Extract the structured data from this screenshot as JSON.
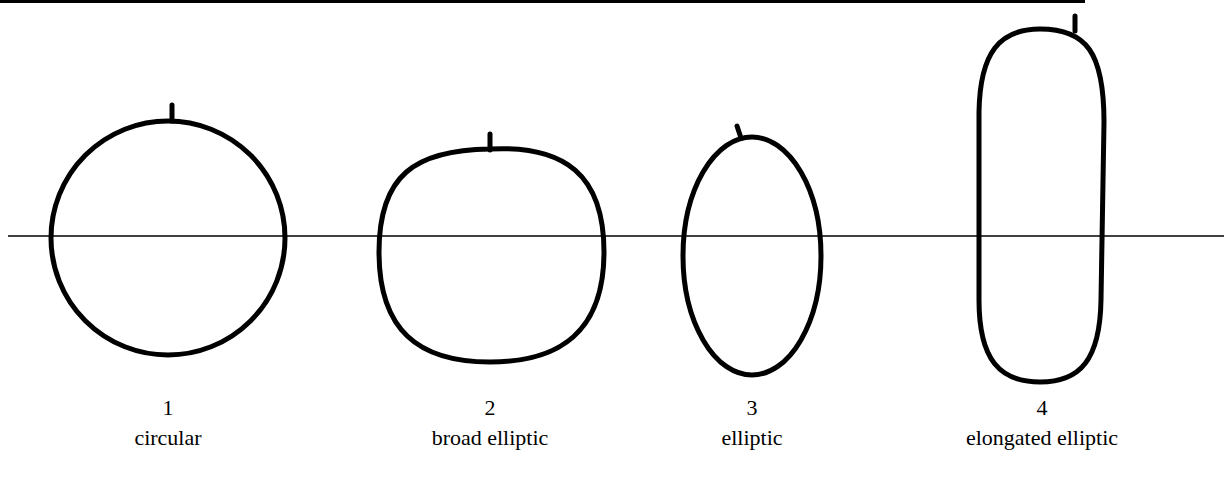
{
  "diagram": {
    "labels": [
      "1",
      "circular",
      "2",
      "broad elliptic",
      "3",
      "elliptic",
      "4",
      "elongated elliptic"
    ]
  }
}
